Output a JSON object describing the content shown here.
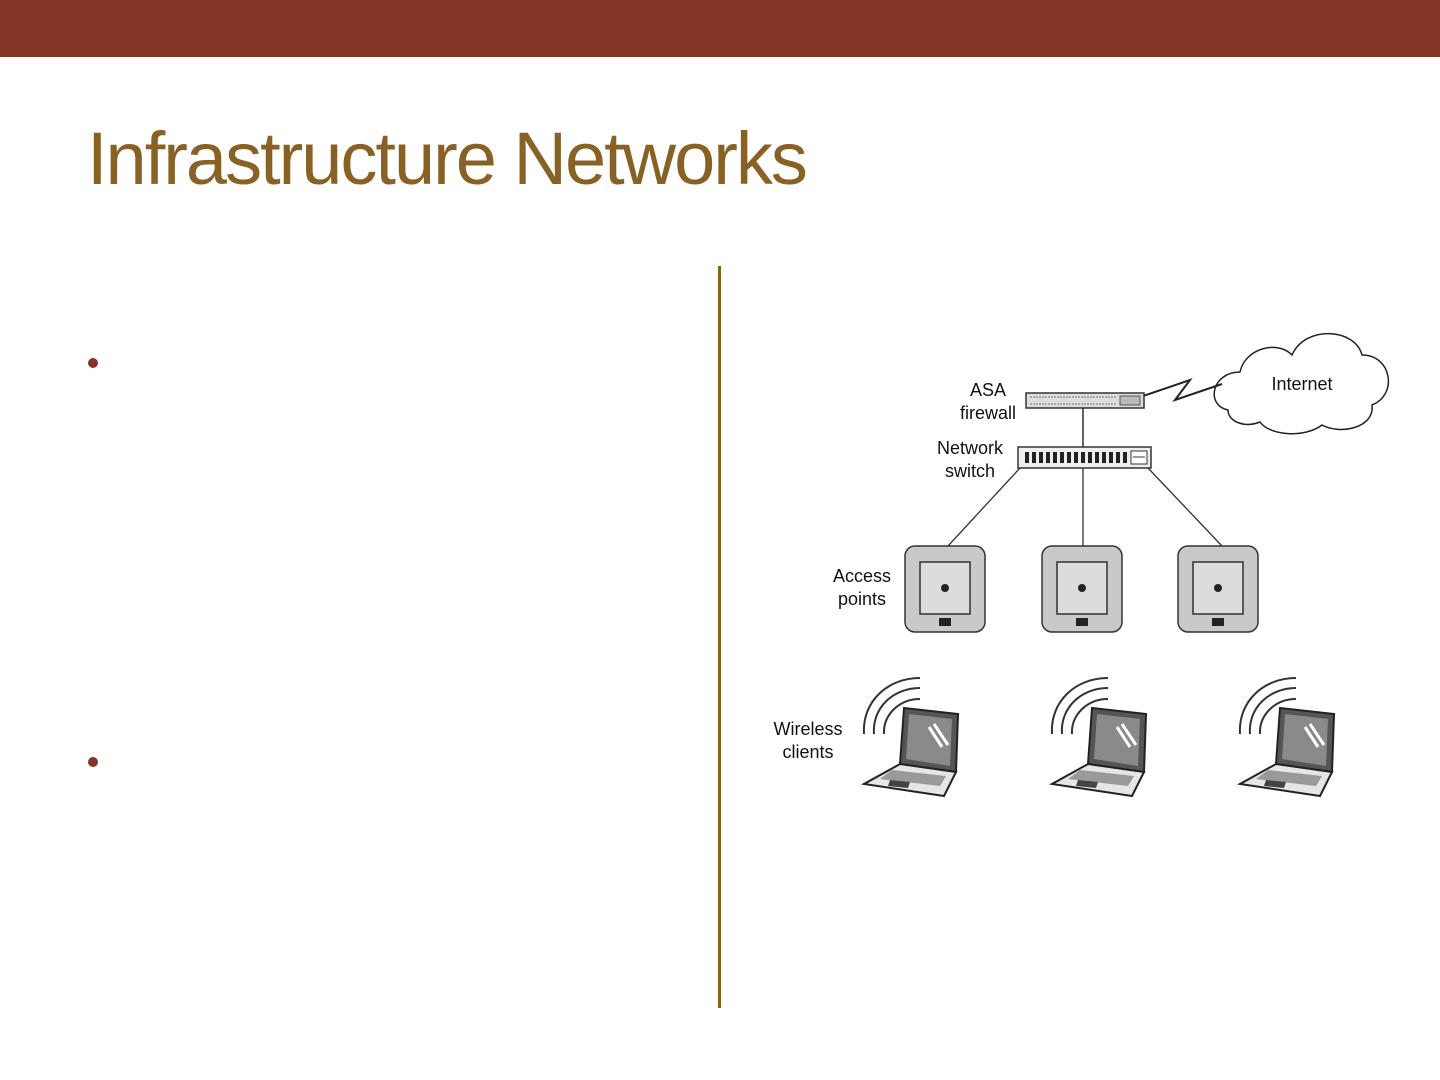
{
  "slide": {
    "title": "Infrastructure Networks"
  },
  "bullets": [
    "",
    ""
  ],
  "diagram": {
    "labels": {
      "firewall_line1": "ASA",
      "firewall_line2": "firewall",
      "internet": "Internet",
      "switch_line1": "Network",
      "switch_line2": "switch",
      "ap_line1": "Access",
      "ap_line2": "points",
      "clients_line1": "Wireless",
      "clients_line2": "clients"
    }
  },
  "colors": {
    "top_bar": "#843526",
    "title": "#8a6125",
    "divider": "#8a6125",
    "bullet": "#843526"
  }
}
